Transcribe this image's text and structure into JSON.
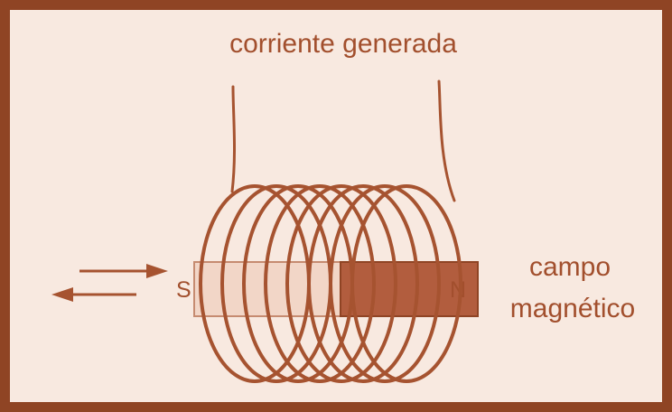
{
  "diagram": {
    "title": "corriente generada",
    "field_label_line1": "campo",
    "field_label_line2": "magnético",
    "pole_south": "S",
    "pole_north": "N",
    "colors": {
      "frame": "#8f4424",
      "background": "#f8e9e0",
      "wire": "#a65330",
      "magnet_fill": "#b25d3e",
      "text": "#a24f2d"
    }
  }
}
